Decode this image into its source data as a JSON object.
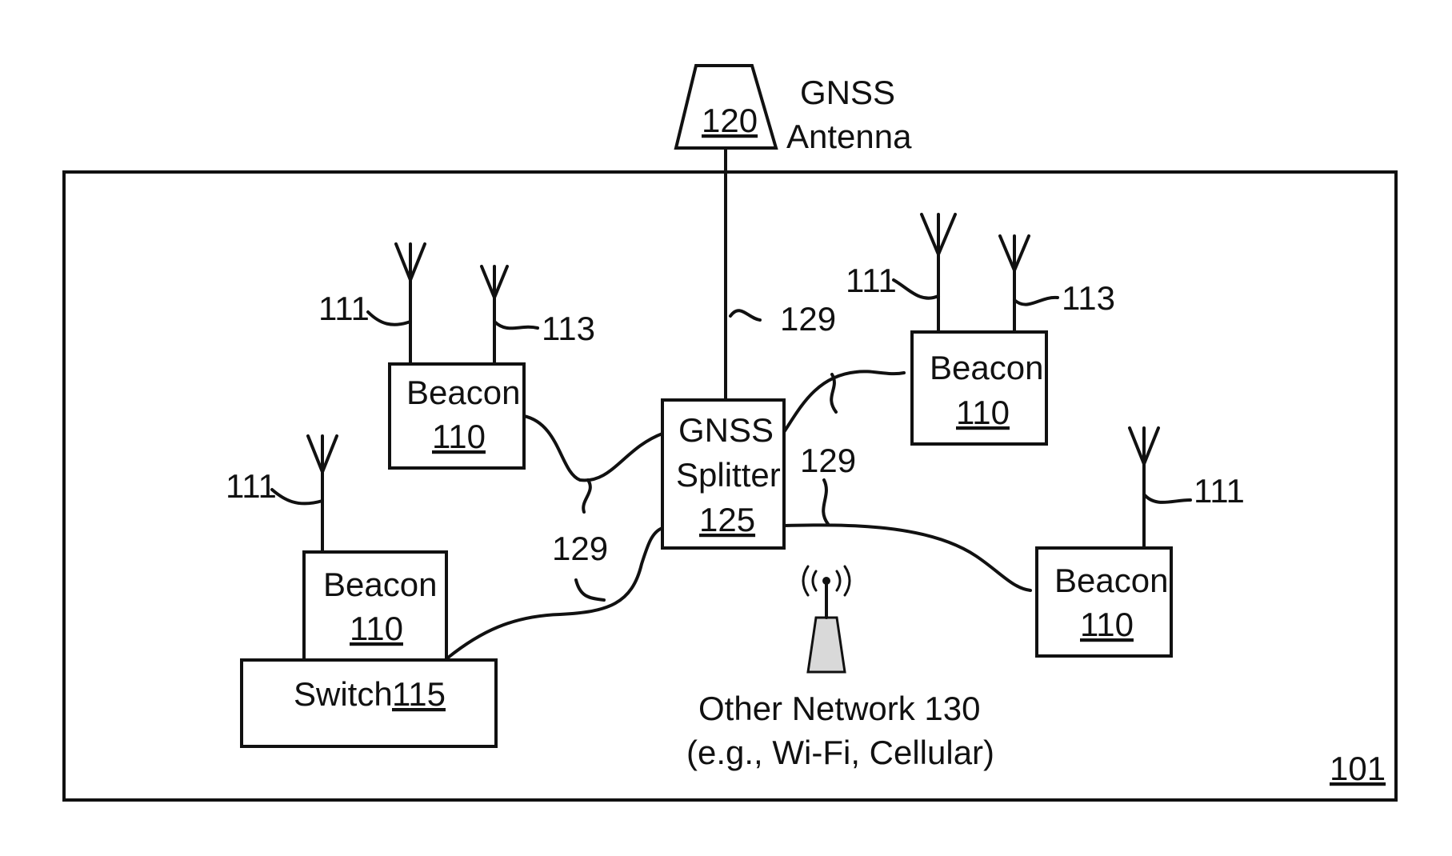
{
  "antenna": {
    "title_line1": "GNSS",
    "title_line2": "Antenna",
    "ref": "120"
  },
  "system_ref": "101",
  "splitter": {
    "line1": "GNSS",
    "line2": "Splitter",
    "ref": "125"
  },
  "beacon": {
    "label": "Beacon",
    "ref": "110"
  },
  "switch": {
    "label": "Switch",
    "ref": "115"
  },
  "refs": {
    "antenna_element_a": "111",
    "antenna_element_b": "113",
    "cable": "129"
  },
  "other_network": {
    "line1": "Other Network  130",
    "line2": "(e.g., Wi-Fi, Cellular)"
  }
}
